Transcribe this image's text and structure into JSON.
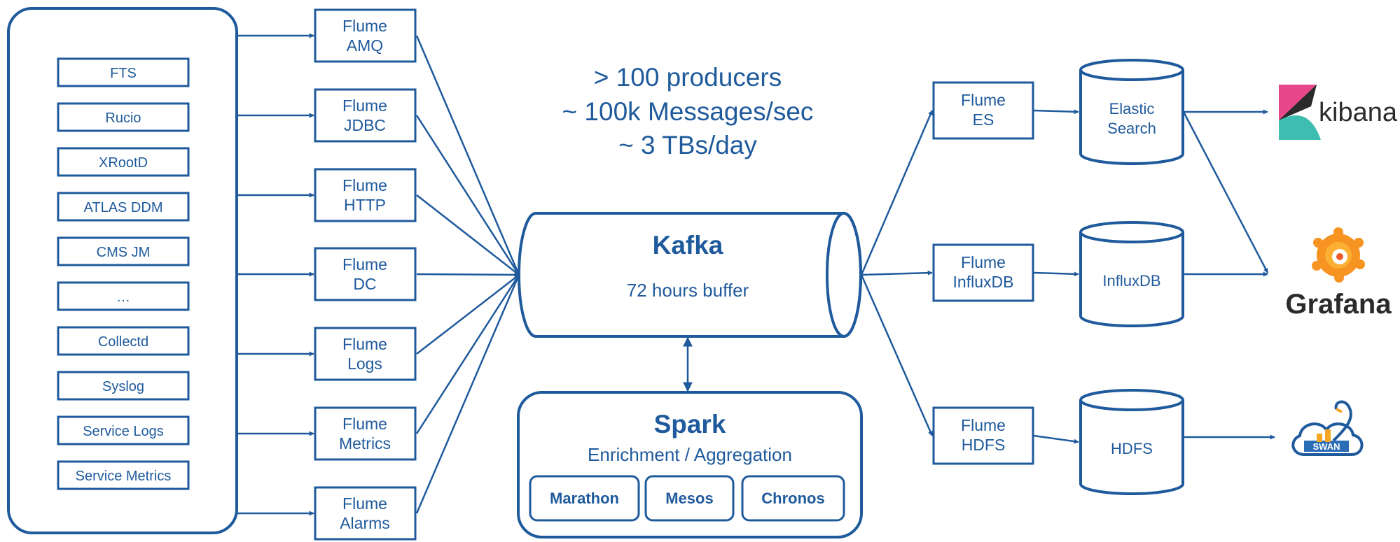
{
  "sources": [
    "FTS",
    "Rucio",
    "XRootD",
    "ATLAS DDM",
    "CMS JM",
    "…",
    "Collectd",
    "Syslog",
    "Service Logs",
    "Service Metrics"
  ],
  "flume_in": [
    {
      "line1": "Flume",
      "line2": "AMQ"
    },
    {
      "line1": "Flume",
      "line2": "JDBC"
    },
    {
      "line1": "Flume",
      "line2": "HTTP"
    },
    {
      "line1": "Flume",
      "line2": "DC"
    },
    {
      "line1": "Flume",
      "line2": "Logs"
    },
    {
      "line1": "Flume",
      "line2": "Metrics"
    },
    {
      "line1": "Flume",
      "line2": "Alarms"
    }
  ],
  "stats": [
    "> 100 producers",
    "~ 100k Messages/sec",
    "~ 3 TBs/day"
  ],
  "kafka": {
    "title": "Kafka",
    "subtitle": "72 hours buffer"
  },
  "spark": {
    "title": "Spark",
    "subtitle": "Enrichment / Aggregation",
    "modules": [
      "Marathon",
      "Mesos",
      "Chronos"
    ]
  },
  "flume_out": [
    {
      "line1": "Flume",
      "line2": "ES"
    },
    {
      "line1": "Flume",
      "line2": "InfluxDB"
    },
    {
      "line1": "Flume",
      "line2": "HDFS"
    }
  ],
  "stores": [
    {
      "line1": "Elastic",
      "line2": "Search"
    },
    {
      "line1": "InfluxDB",
      "line2": ""
    },
    {
      "line1": "HDFS",
      "line2": ""
    }
  ],
  "tools": {
    "kibana": "kibana",
    "grafana": "Grafana",
    "swan": "SWAN"
  },
  "colors": {
    "primary": "#1f5a9c",
    "kibana_pink": "#e8478b",
    "kibana_teal": "#3ebeb0",
    "kibana_dark": "#2b2b2b",
    "grafana_orange": "#f05a28",
    "grafana_yellow": "#fbb034",
    "swan_orange": "#f5a623"
  }
}
